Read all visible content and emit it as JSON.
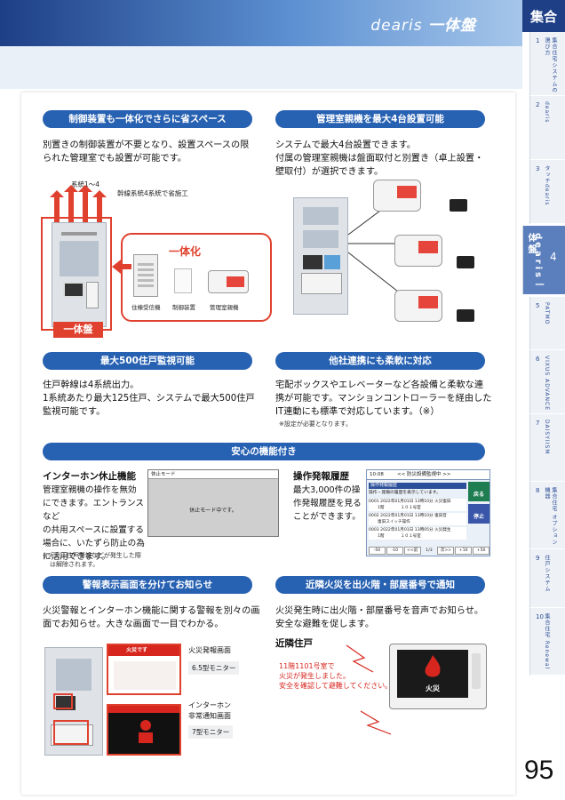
{
  "header": {
    "brand": "dearis",
    "brand_suffix": "一体盤",
    "tab": "集合"
  },
  "sidebar": {
    "tabs": [
      {
        "num": "1",
        "label": "集合住宅システムの選び方"
      },
      {
        "num": "2",
        "label": "dearis"
      },
      {
        "num": "3",
        "label": "タッチdearis"
      },
      {
        "num": "4",
        "label": "dearis一体盤"
      },
      {
        "num": "5",
        "label": "PATMO"
      },
      {
        "num": "6",
        "label": "VIXUS ADVANCE"
      },
      {
        "num": "7",
        "label": "DAISYIISM"
      },
      {
        "num": "8",
        "label": "集合住宅 オプション機器"
      },
      {
        "num": "9",
        "label": "住戸システム"
      },
      {
        "num": "10",
        "label": "集合住宅 Renewal"
      }
    ]
  },
  "page_number": "95",
  "s1": {
    "title": "制御装置も一体化でさらに省スペース",
    "text_l1": "別置きの制御装置が不要となり、設置スペースの限",
    "text_l2": "られた管理室でも設置が可能です。",
    "sys_label": "系統1～4",
    "trunk_label": "幹線系統4系統で省施工",
    "unify_label": "一体化",
    "items": [
      "住棟受信機",
      "制御装置",
      "管理室親機"
    ],
    "badge": "一体盤"
  },
  "s2": {
    "title": "管理室親機を最大4台設置可能",
    "text_l1": "システムで最大4台設置できます。",
    "text_l2": "付属の管理室親機は盤面取付と別置き（卓上設置・",
    "text_l3": "壁取付）が選択できます。"
  },
  "s3": {
    "title": "最大500住戸監視可能",
    "text_l1": "住戸幹線は4系統出力。",
    "text_l2": "1系統あたり最大125住戸、システムで最大500住戸",
    "text_l3": "監視可能です。"
  },
  "s4": {
    "title": "他社連携にも柔軟に対応",
    "text_l1": "宅配ボックスやエレベーターなど各設備と柔軟な連",
    "text_l2": "携が可能です。マンションコントローラーを経由した",
    "text_l3": "IT連動にも標準で対応しています。（※）",
    "note": "※設定が必要となります。"
  },
  "s5": {
    "title": "安心の機能付き",
    "pause_title": "インターホン休止機能",
    "pause_l1": "管理室親機の操作を無効",
    "pause_l2": "にできます。エントランスなど",
    "pause_l3": "の共用スペースに設置する",
    "pause_l4": "場合に、いたずら防止の為",
    "pause_l5": "に活用できます。",
    "pause_note1": "※火災、住戸警報などが発生した際",
    "pause_note2": "は解除されます。",
    "screen_header": "休止モード",
    "screen_text": "休止モード中です。",
    "history_title": "操作発報履歴",
    "history_l1": "最大3,000件の操",
    "history_l2": "作発報履歴を見る",
    "history_l3": "ことができます。",
    "h_time": "10:08",
    "h_header": "<< 防災設備監視中 >>",
    "h_list_title": "操作発報履歴",
    "h_list_sub": "操作・発報の履歴を表示しています。",
    "h_rows": [
      {
        "a": "0001 2022年01月01日 13時10分 火災復旧",
        "b": "1階　　　　１０１号室"
      },
      {
        "a": "0002 2022年01月01日 13時10分 復旧音",
        "b": "復旧スイッチ操作"
      },
      {
        "a": "0003 2022年01月01日 13時05分 火災発生",
        "b": "1階　　　　１０１号室"
      }
    ],
    "h_back": "戻る",
    "h_stop": "停止",
    "h_nav": [
      "-50",
      "-10",
      "<<前",
      "1/3",
      "次>>",
      "+10",
      "+50"
    ]
  },
  "s6": {
    "title": "警報表示画面を分けてお知らせ",
    "text_l1": "火災警報とインターホン機能に関する警報を別々の画",
    "text_l2": "面でお知らせ。大きな画面で一目でわかる。",
    "fire_screen_label": "火災発報画面",
    "fire_monitor": "6.5型モニター",
    "ih_label_l1": "インターホン",
    "ih_label_l2": "非常通知画面",
    "ih_monitor": "7型モニター",
    "fire_banner": "火災です"
  },
  "s7": {
    "title": "近隣火災を出火階・部屋番号で通知",
    "text_l1": "火災発生時に出火階・部屋番号を音声でお知らせ。",
    "text_l2": "安全な避難を促します。",
    "sub": "近隣住戸",
    "msg_l1": "11階1101号室で",
    "msg_l2": "火災が発生しました。",
    "msg_l3": "安全を確認して避難してください。",
    "screen_label": "火災"
  },
  "colors": {
    "accent": "#2761b2",
    "dark_blue": "#1e3f86",
    "red": "#d7261e"
  }
}
